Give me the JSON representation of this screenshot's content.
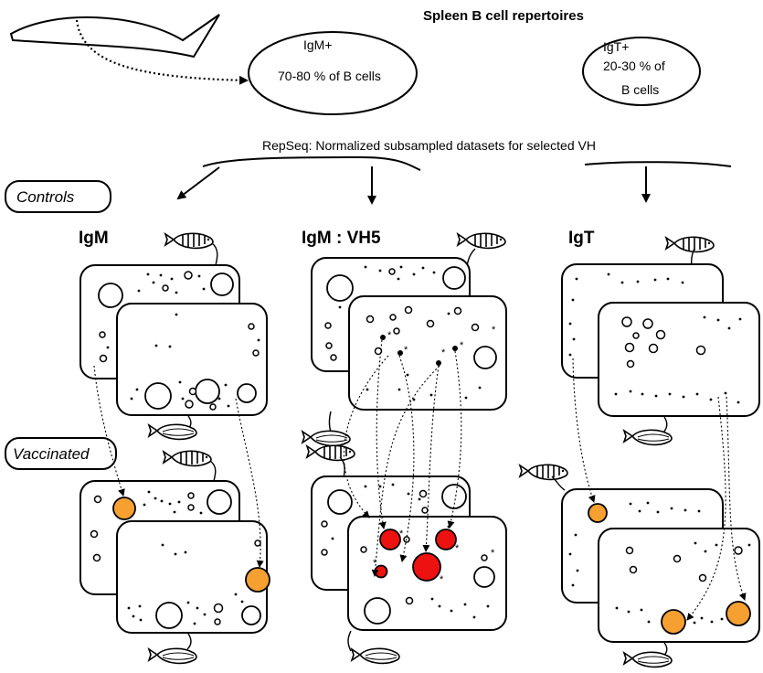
{
  "title": "Spleen B cell repertoires",
  "ellipses": {
    "igm": {
      "line1": "IgM+",
      "line2": "70-80 % of B cells"
    },
    "igt": {
      "line1": "IgT+",
      "line2": "20-30 % of",
      "line3": "B cells"
    }
  },
  "repseq_label": "RepSeq: Normalized subsampled datasets for selected VH",
  "groups": {
    "controls": "Controls",
    "vaccinated": "Vaccinated"
  },
  "columns": {
    "igm": "IgM",
    "igm_vh5": "IgM : VH5",
    "igt": "IgT"
  },
  "star_glyph": "*",
  "colors": {
    "expanded_igm_igt": "#f5a030",
    "expanded_vh5": "#ee1111"
  }
}
